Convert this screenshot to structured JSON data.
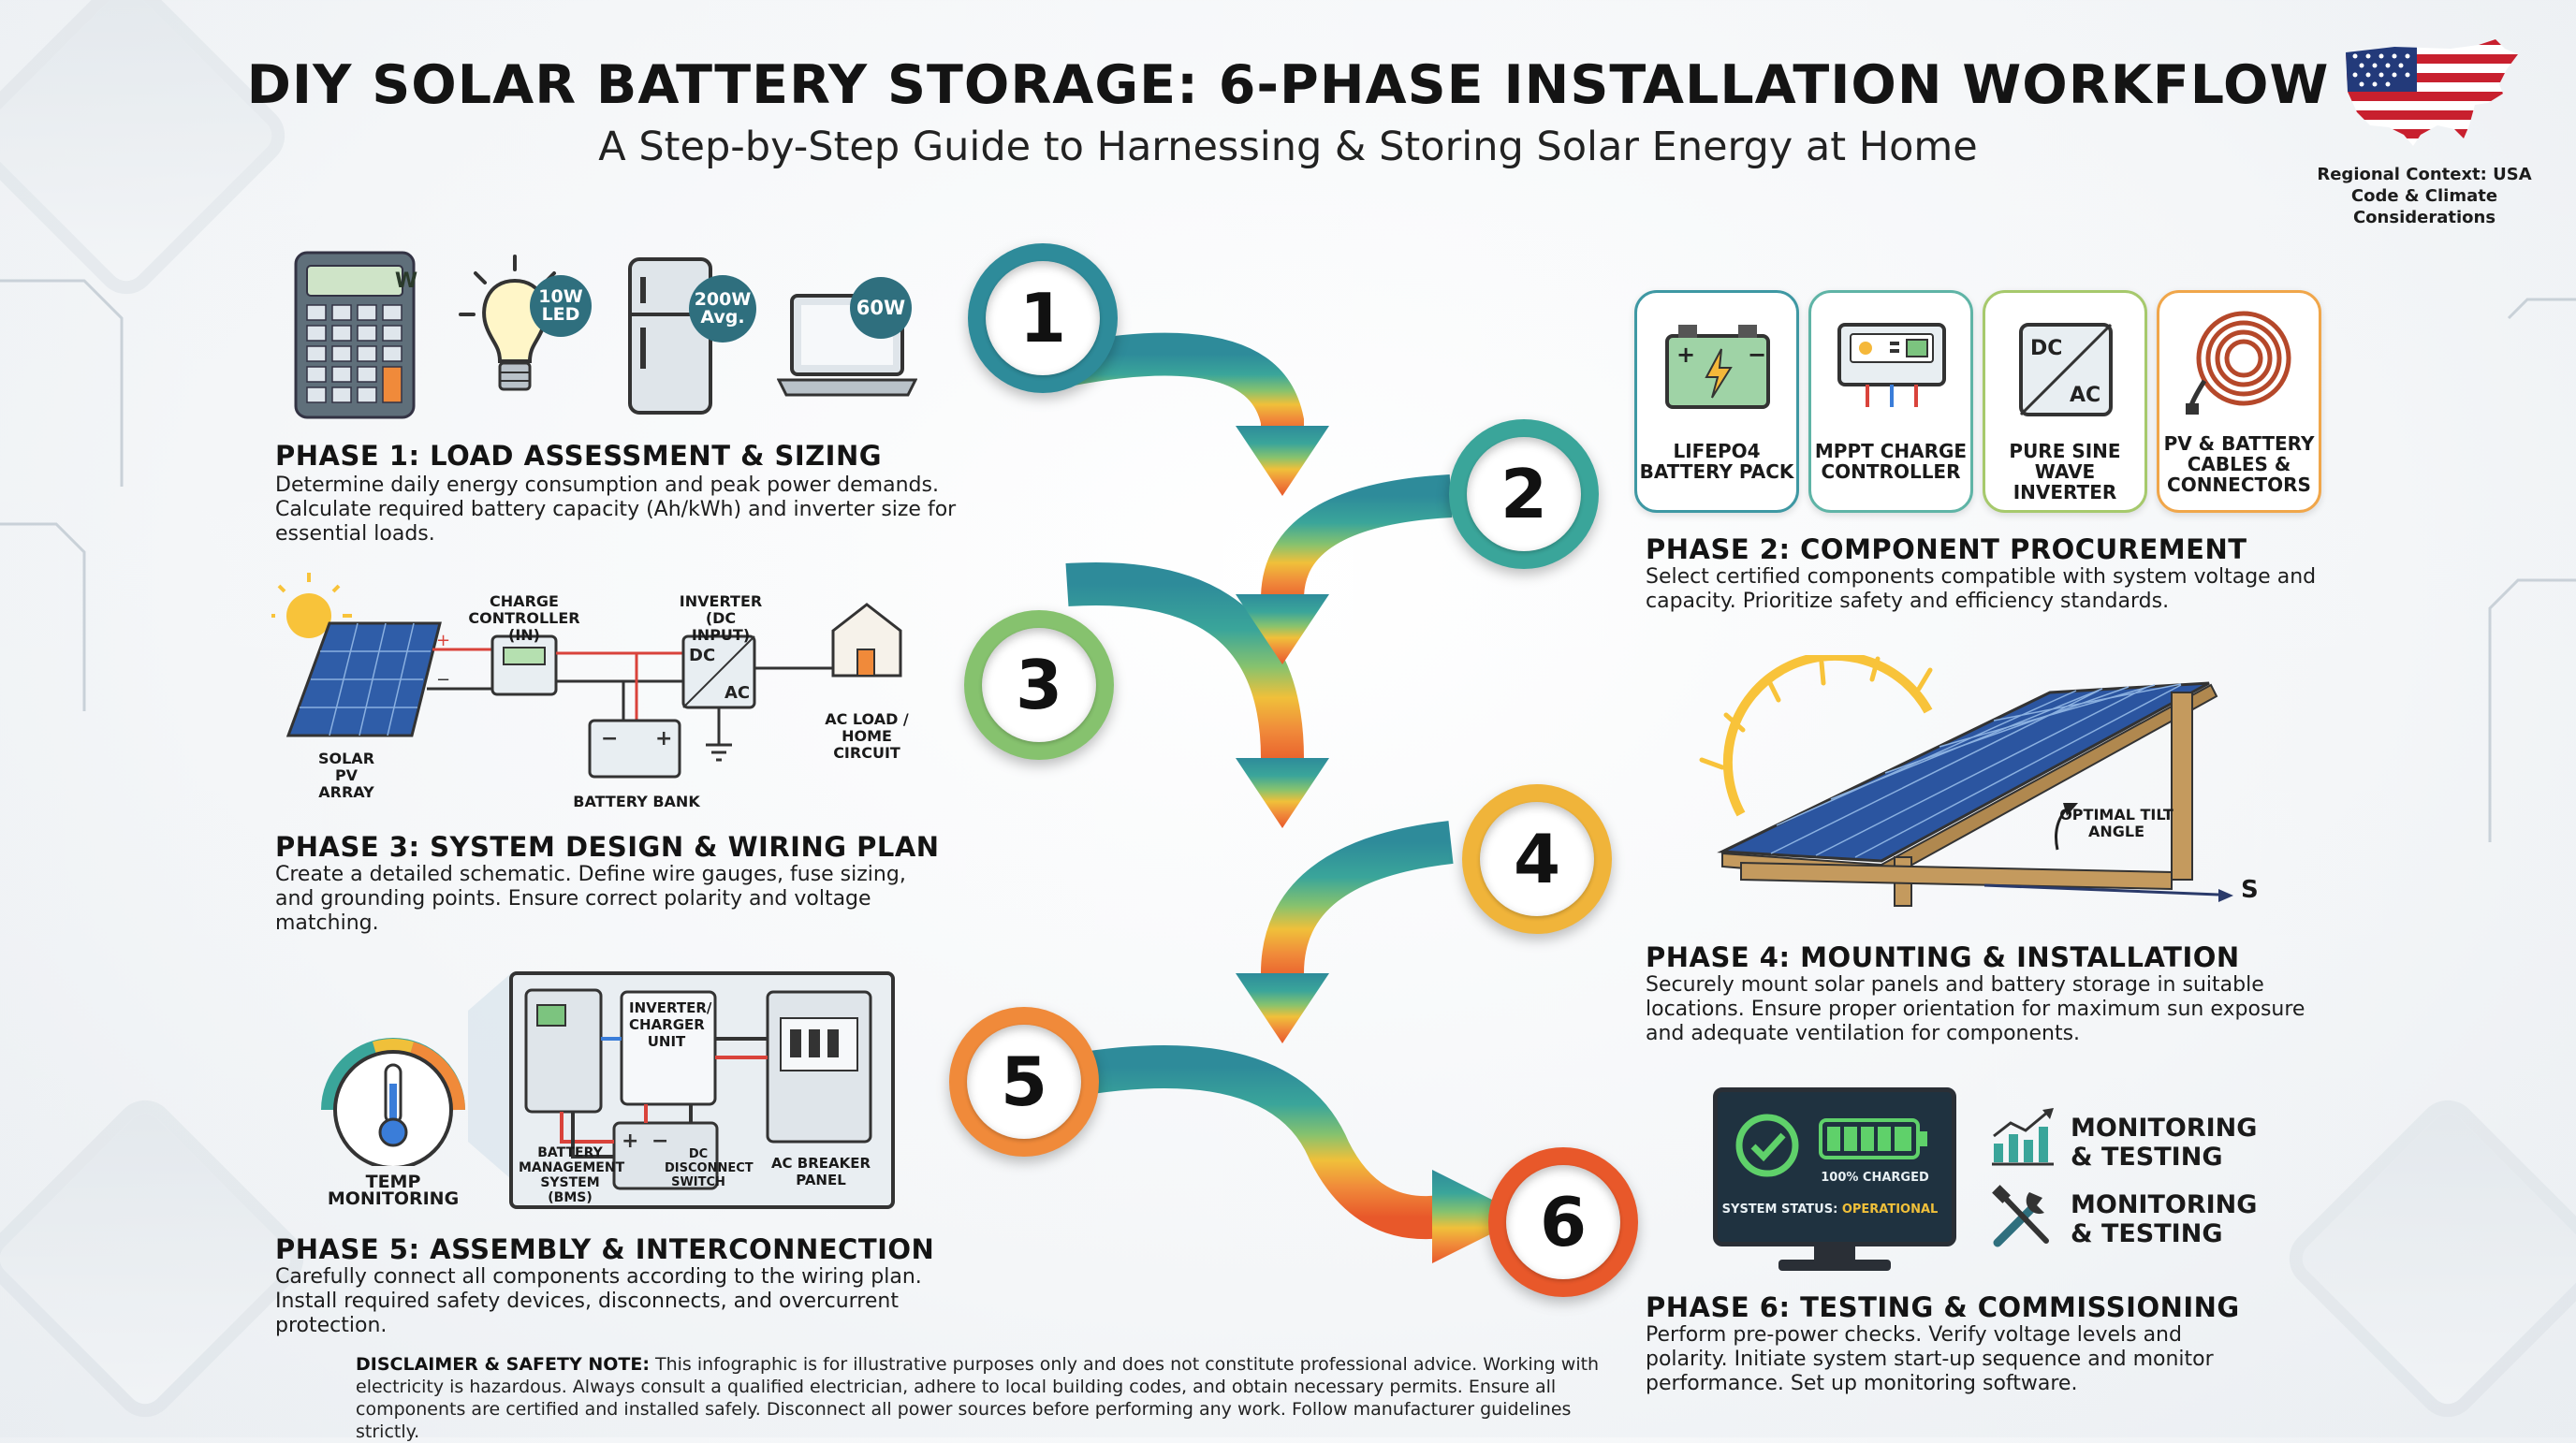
{
  "header": {
    "title": "DIY SOLAR BATTERY STORAGE: 6-PHASE INSTALLATION WORKFLOW",
    "subtitle": "A Step-by-Step Guide to Harnessing & Storing Solar Energy at Home",
    "region_note": "Regional Context: USA Code & Climate Considerations"
  },
  "steps": [
    "1",
    "2",
    "3",
    "4",
    "5",
    "6"
  ],
  "phase1": {
    "title": "PHASE 1: LOAD ASSESSMENT & SIZING",
    "description": "Determine daily energy consumption and peak power demands. Calculate required battery capacity (Ah/kWh) and inverter size for essential loads.",
    "calculator_display": "W",
    "loads": [
      {
        "name": "bulb",
        "label": "10W LED"
      },
      {
        "name": "fridge",
        "label": "200W Avg."
      },
      {
        "name": "laptop",
        "label": "60W"
      }
    ]
  },
  "phase2": {
    "title": "PHASE 2: COMPONENT PROCUREMENT",
    "description": "Select certified components compatible with system voltage and capacity. Prioritize safety and efficiency standards.",
    "components": [
      {
        "label": "LIFEPO4 BATTERY PACK",
        "color": "#3e98a3"
      },
      {
        "label": "MPPT CHARGE CONTROLLER",
        "color": "#5fb4a6"
      },
      {
        "label": "PURE SINE WAVE INVERTER",
        "color": "#a6c96c"
      },
      {
        "label": "PV & BATTERY CABLES & CONNECTORS",
        "color": "#f0a64a"
      }
    ],
    "inverter_icon": {
      "dc": "DC",
      "ac": "AC"
    }
  },
  "phase3": {
    "title": "PHASE 3: SYSTEM DESIGN & WIRING PLAN",
    "description": "Create a detailed schematic. Define wire gauges, fuse sizing, and grounding points. Ensure correct polarity and voltage matching.",
    "labels": {
      "pv": "SOLAR PV ARRAY",
      "controller": "CHARGE CONTROLLER (IN)",
      "inverter": "INVERTER (DC INPUT)",
      "battery": "BATTERY BANK",
      "load": "AC LOAD / HOME CIRCUIT",
      "dc": "DC",
      "ac": "AC"
    }
  },
  "phase4": {
    "title": "PHASE 4: MOUNTING & INSTALLATION",
    "description": "Securely mount solar panels and battery storage in suitable locations. Ensure proper orientation for maximum sun exposure and adequate ventilation for components.",
    "tilt_label": "OPTIMAL TILT ANGLE",
    "direction": "S"
  },
  "phase5": {
    "title": "PHASE 5: ASSEMBLY & INTERCONNECTION",
    "description": "Carefully connect all components according to the wiring plan. Install required safety devices, disconnects, and overcurrent protection.",
    "temp_label": "TEMP MONITORING",
    "panel_labels": {
      "inverter": "INVERTER/ CHARGER UNIT",
      "bms": "BATTERY MANAGEMENT SYSTEM (BMS)",
      "dc_switch": "DC DISCONNECT SWITCH",
      "breaker": "AC BREAKER PANEL"
    }
  },
  "phase6": {
    "title": "PHASE 6: TESTING & COMMISSIONING",
    "description": "Perform pre-power checks. Verify voltage levels and polarity. Initiate system start-up sequence and monitor performance. Set up monitoring software.",
    "screen_charge": "100% CHARGED",
    "screen_status_prefix": "SYSTEM STATUS:",
    "screen_status_value": "OPERATIONAL",
    "side_labels": [
      "MONITORING & TESTING",
      "MONITORING & TESTING"
    ]
  },
  "disclaimer": {
    "heading": "DISCLAIMER & SAFETY NOTE:",
    "text": "This infographic is for illustrative purposes only and does not constitute professional advice. Working with electricity is hazardous. Always consult a qualified electrician, adhere to local building codes, and obtain necessary permits. Ensure all components are certified and installed safely. Disconnect all power sources before performing any work. Follow manufacturer guidelines strictly."
  },
  "colors": {
    "step1": "#2e8b9a",
    "step2": "#3aa59a",
    "step3": "#86c26e",
    "step4": "#f0b43a",
    "step5": "#f08a3a",
    "step6": "#e8582a"
  }
}
